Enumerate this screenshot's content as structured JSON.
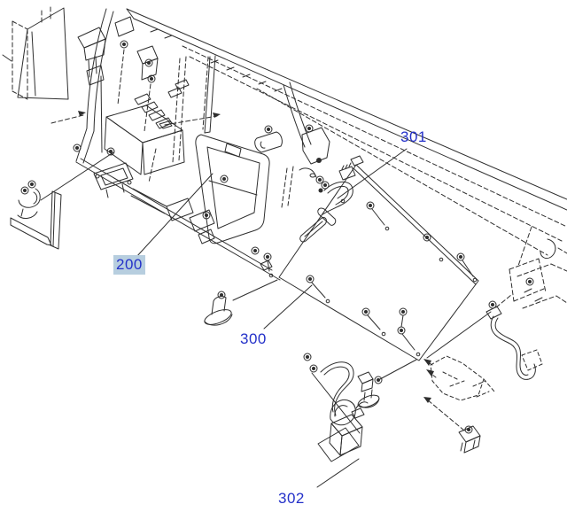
{
  "diagram": {
    "kind": "exploded-parts-diagram",
    "background": "#ffffff",
    "line_color": "#2e2e2e",
    "label_color": "#2431c9",
    "highlight_color": "#b7cedf",
    "part_labels": [
      {
        "text": "301",
        "highlighted": false
      },
      {
        "text": "200",
        "highlighted": true
      },
      {
        "text": "300",
        "highlighted": false
      },
      {
        "text": "302",
        "highlighted": false
      }
    ]
  }
}
